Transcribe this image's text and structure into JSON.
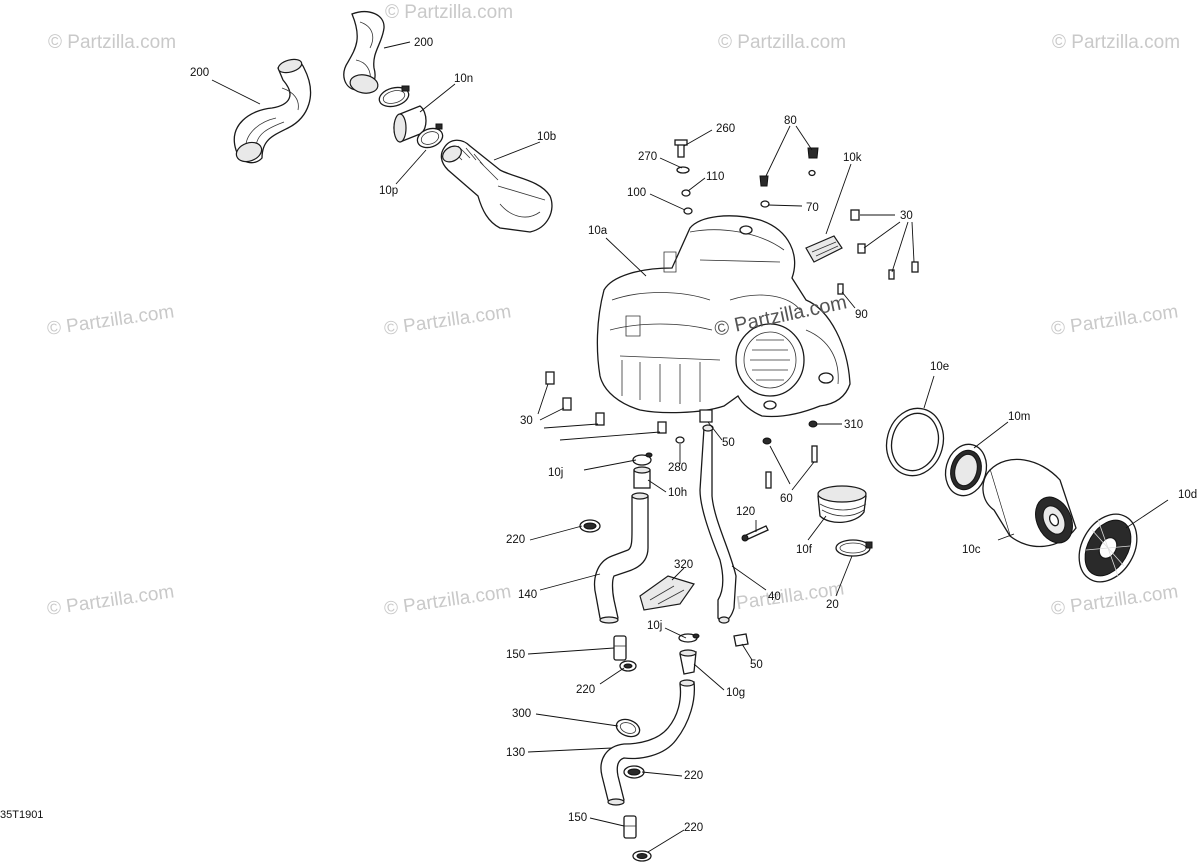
{
  "watermark": {
    "text": "© Partzilla.com"
  },
  "diagram_code": "35T1901",
  "callouts": {
    "c200a": "200",
    "c200b": "200",
    "c10n": "10n",
    "c10b": "10b",
    "c10p": "10p",
    "c260": "260",
    "c270": "270",
    "c110": "110",
    "c100": "100",
    "c80": "80",
    "c10k": "10k",
    "c70": "70",
    "c30a": "30",
    "c90": "90",
    "c10a": "10a",
    "c30b": "30",
    "c50a": "50",
    "c310": "310",
    "c10e": "10e",
    "c10m": "10m",
    "c10d": "10d",
    "c10c": "10c",
    "c10j_a": "10j",
    "c280": "280",
    "c10h": "10h",
    "c60": "60",
    "c120": "120",
    "c10f": "10f",
    "c20": "20",
    "c220a": "220",
    "c140": "140",
    "c320": "320",
    "c40": "40",
    "c10j_b": "10j",
    "c50b": "50",
    "c150a": "150",
    "c220b": "220",
    "c10g": "10g",
    "c300": "300",
    "c130": "130",
    "c220c": "220",
    "c150b": "150",
    "c220d": "220"
  }
}
